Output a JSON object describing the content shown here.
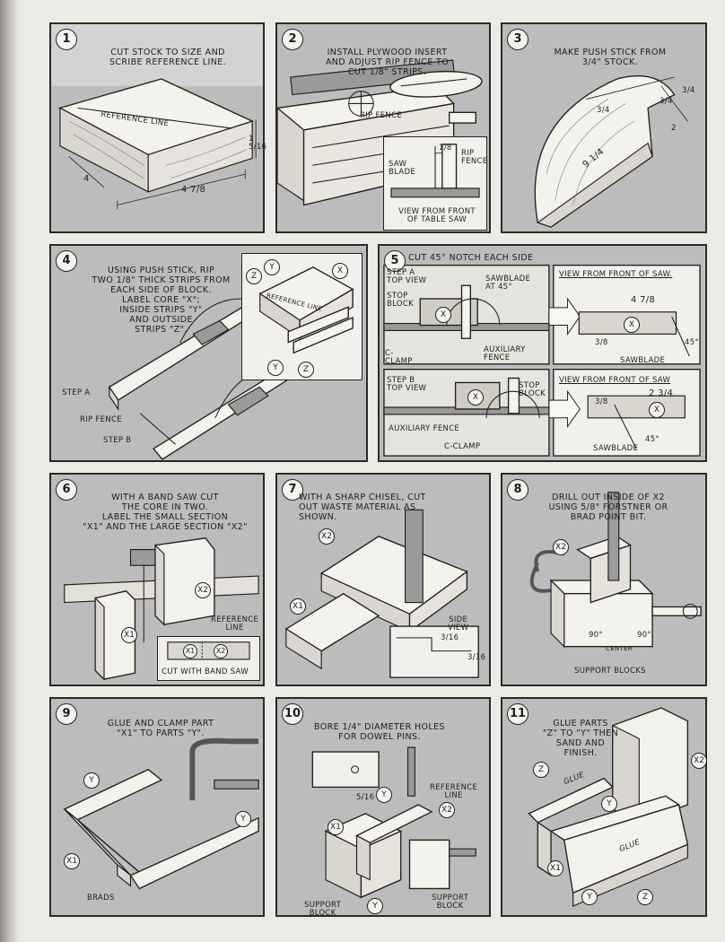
{
  "steps": [
    {
      "number": "1",
      "caption": "Cut stock to size and\nscribe reference line.",
      "labels": {
        "reference_line": "Reference line",
        "dim_thickness": "1 5/16",
        "dim_width": "4",
        "dim_length": "4 7/8"
      }
    },
    {
      "number": "2",
      "caption": "Install plywood insert\nand adjust rip fence to\ncut 1/8\" strips.",
      "labels": {
        "rip_fence": "Rip fence",
        "dim_strip": "1/8",
        "saw_blade": "Saw\nblade",
        "rip_fence_inset": "Rip\nfence",
        "view_front": "View from front\nof table saw"
      }
    },
    {
      "number": "3",
      "caption": "Make push stick from\n3/4\" stock.",
      "labels": {
        "dim_length": "9 1/4",
        "dim_a": "3/4",
        "dim_b": "3/4",
        "dim_c": "3/4",
        "dim_d": "2"
      }
    },
    {
      "number": "4",
      "caption": "Using push stick, rip\ntwo 1/8\" thick strips from\neach side of block.\nLabel core \"X\";\ninside strips \"Y\"\nand outside\nstrips \"Z\".",
      "labels": {
        "step_a": "Step A",
        "rip_fence": "Rip fence",
        "step_b": "Step B",
        "reference_line": "Reference line",
        "mark_x": "X",
        "mark_y": "Y",
        "mark_z": "Z"
      }
    },
    {
      "number": "5",
      "caption": "Cut 45° notch each side",
      "labels": {
        "step_a": "Step A\ntop view",
        "sawblade_45": "Sawblade\nat 45°",
        "stop_block": "Stop\nblock",
        "c_clamp": "C-\nclamp",
        "aux_fence": "Auxiliary\nfence",
        "view_front_a": "View from front of saw.",
        "dim_a_len": "4 7/8",
        "dim_a_depth": "3/8",
        "sawblade_a": "Sawblade",
        "angle_a": "45°",
        "step_b": "Step B\ntop view",
        "stop_block_b": "Stop\nblock",
        "aux_fence_b": "Auxiliary fence",
        "c_clamp_b": "C-clamp",
        "view_front_b": "View from front of saw",
        "dim_b_len": "2 3/4",
        "dim_b_depth": "3/8",
        "sawblade_b": "Sawblade",
        "angle_b": "45°",
        "mark_x": "X"
      }
    },
    {
      "number": "6",
      "caption": "With a band saw cut\nthe core in two.\nLabel the small section\n\"X1\" and the large section \"X2\"",
      "labels": {
        "x1": "X1",
        "x2": "X2",
        "reference_line": "Reference\nline",
        "cut_band_saw": "Cut with band saw"
      }
    },
    {
      "number": "7",
      "caption": "With a sharp chisel, cut\nout waste material as\nshown.",
      "labels": {
        "x1": "X1",
        "x2": "X2",
        "side_view": "Side\nview",
        "dim_a": "3/16",
        "dim_b": "3/16"
      }
    },
    {
      "number": "8",
      "caption": "Drill out inside of X2\nusing 5/8\" Forstner or\nbrad point bit.",
      "labels": {
        "x2": "X2",
        "angle_left": "90°",
        "angle_right": "90°",
        "centre": "Center",
        "support_blocks": "Support blocks"
      }
    },
    {
      "number": "9",
      "caption": "Glue and clamp part\n\"X1\" to parts \"Y\".",
      "labels": {
        "y_a": "Y",
        "y_b": "Y",
        "x1": "X1",
        "brads": "Brads"
      }
    },
    {
      "number": "10",
      "caption": "Bore 1/4\" diameter holes\nfor dowel pins.",
      "labels": {
        "dim": "5/16",
        "reference_line": "Reference\nline",
        "x1": "X1",
        "x2": "X2",
        "y_a": "Y",
        "y_b": "Y",
        "support_left": "Support\nblock",
        "support_right": "Support\nblock"
      }
    },
    {
      "number": "11",
      "caption": "Glue parts\n\"Z\" to \"Y\" then\nsand and\nfinish.",
      "labels": {
        "z_a": "Z",
        "z_b": "Z",
        "y_a": "Y",
        "y_b": "Y",
        "x1": "X1",
        "x2": "X2",
        "glue_a": "Glue",
        "glue_b": "Glue"
      }
    }
  ]
}
